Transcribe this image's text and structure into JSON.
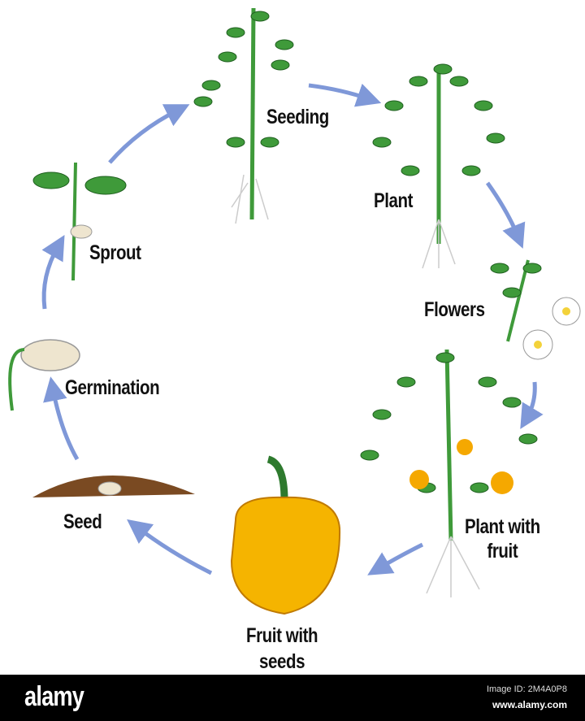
{
  "diagram": {
    "stages": [
      {
        "id": "seeding",
        "label": "Seeding"
      },
      {
        "id": "plant",
        "label": "Plant"
      },
      {
        "id": "flowers",
        "label": "Flowers"
      },
      {
        "id": "plant-with-fruit",
        "label": "Plant with\nfruit"
      },
      {
        "id": "fruit-with-seeds",
        "label": "Fruit with\nseeds"
      },
      {
        "id": "seed",
        "label": "Seed"
      },
      {
        "id": "germination",
        "label": "Germination"
      },
      {
        "id": "sprout",
        "label": "Sprout"
      }
    ],
    "colors": {
      "arrow": "#7f98d8",
      "leaf": "#3f9a3a",
      "leaf_dark": "#2e7a2e",
      "fruit": "#f5b400",
      "soil": "#7a4a22"
    }
  },
  "footer": {
    "logo": "alamy",
    "image_id": "Image ID: 2M4A0P8",
    "url": "www.alamy.com"
  }
}
